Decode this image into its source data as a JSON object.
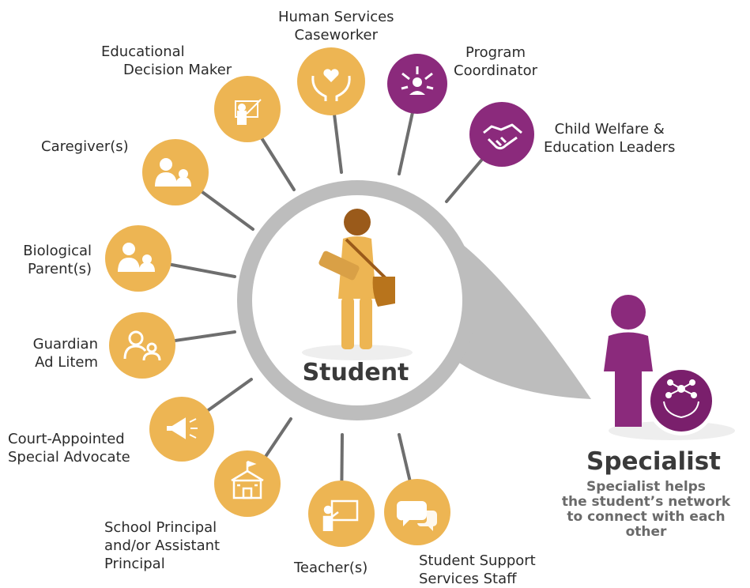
{
  "center": {
    "label": "Student"
  },
  "specialist": {
    "title": "Specialist",
    "desc_lines": [
      "Specialist helps",
      "the student’s network",
      "to connect with each other"
    ]
  },
  "colors": {
    "gold": "#EDB553",
    "purple": "#8B2A7C",
    "ring": "#BDBDBD",
    "line": "#6E6E6E",
    "text": "#2B2B2B"
  },
  "nodes": [
    {
      "key": "human-services-caseworker",
      "icon": "heart-hands-icon",
      "color": "gold",
      "lines": [
        "Human Services",
        "Caseworker"
      ]
    },
    {
      "key": "program-coordinator",
      "icon": "network-arrows-icon",
      "color": "purple",
      "lines": [
        "Program",
        "Coordinator"
      ]
    },
    {
      "key": "child-welfare-education-leaders",
      "icon": "handshake-icon",
      "color": "purple",
      "lines": [
        "Child Welfare &",
        "Education Leaders"
      ]
    },
    {
      "key": "educational-decision-maker",
      "icon": "presenter-icon",
      "color": "gold",
      "lines": [
        "Educational",
        "Decision Maker"
      ]
    },
    {
      "key": "caregivers",
      "icon": "caregiver-icon",
      "color": "gold",
      "lines": [
        "Caregiver(s)"
      ]
    },
    {
      "key": "biological-parents",
      "icon": "parent-icon",
      "color": "gold",
      "lines": [
        "Biological",
        "Parent(s)"
      ]
    },
    {
      "key": "guardian-ad-litem",
      "icon": "guardian-icon",
      "color": "gold",
      "lines": [
        "Guardian",
        "Ad Litem"
      ]
    },
    {
      "key": "court-appointed-special-advocate",
      "icon": "megaphone-icon",
      "color": "gold",
      "lines": [
        "Court-Appointed",
        "Special Advocate"
      ]
    },
    {
      "key": "school-principal",
      "icon": "school-icon",
      "color": "gold",
      "lines": [
        "School Principal",
        "and/or Assistant",
        "Principal"
      ]
    },
    {
      "key": "teachers",
      "icon": "teacher-icon",
      "color": "gold",
      "lines": [
        "Teacher(s)"
      ]
    },
    {
      "key": "student-support-services-staff",
      "icon": "speech-bubbles-icon",
      "color": "gold",
      "lines": [
        "Student Support",
        "Services Staff"
      ]
    }
  ]
}
